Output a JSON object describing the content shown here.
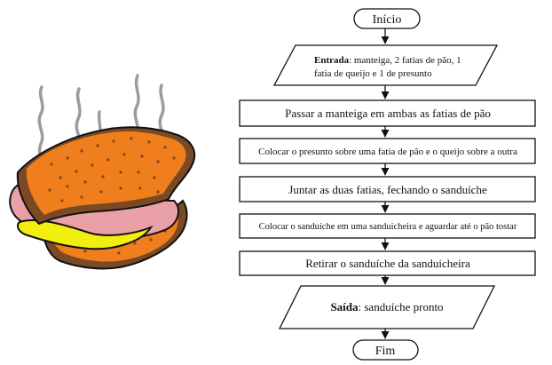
{
  "flowchart": {
    "start": "Início",
    "input": {
      "label": "Entrada",
      "lines": [
        ": manteiga, 2 fatias de pão, 1",
        "fatia de queijo e 1 de presunto"
      ]
    },
    "steps": [
      "Passar a manteiga em ambas as fatias de pão",
      "Colocar o presunto sobre uma fatia de pão e o queijo sobre a outra",
      "Juntar as duas fatias, fechando o sanduíche",
      "Colocar o sanduíche em uma sanduicheira e aguardar até o pão tostar",
      "Retirar o sanduíche da sanduicheira"
    ],
    "output": {
      "label": "Saída",
      "text": ": sanduíche pronto"
    },
    "end": "Fim"
  },
  "colors": {
    "bread_crust": "#7a4a26",
    "bread_face": "#f07e1c",
    "ham": "#e9a0a7",
    "cheese": "#f2ee10",
    "steam": "#9c9c9c",
    "outline": "#111111"
  }
}
